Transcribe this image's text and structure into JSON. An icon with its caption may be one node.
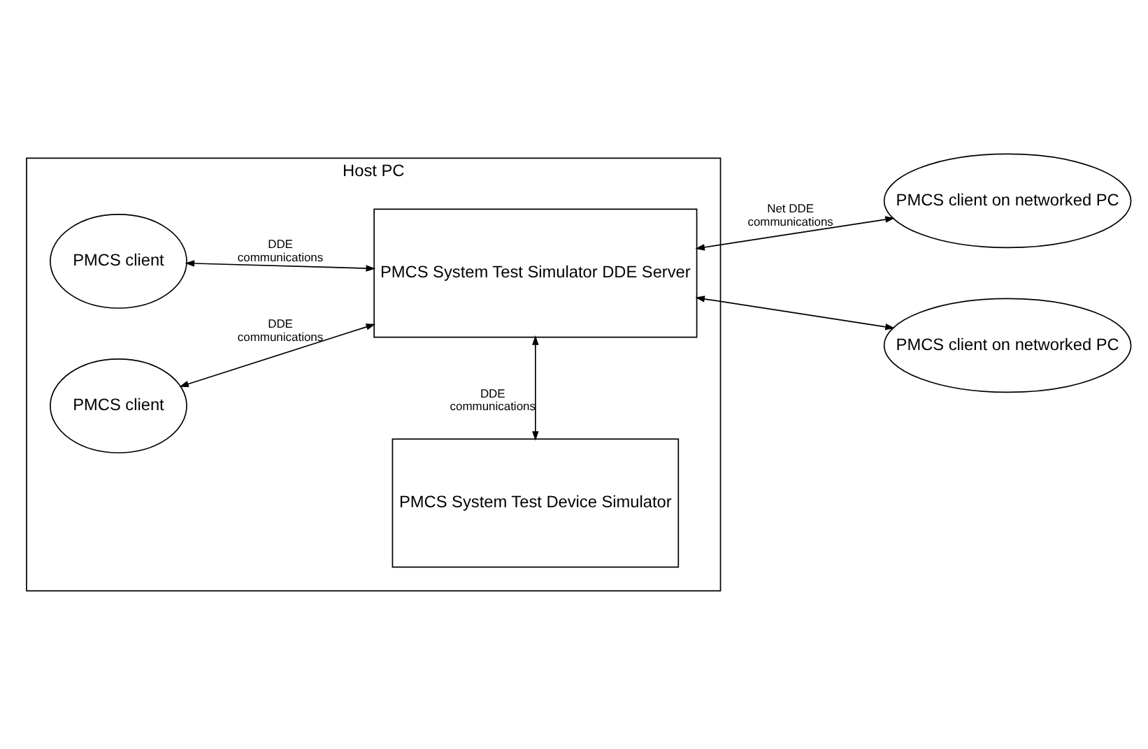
{
  "diagram": {
    "nodes": [
      {
        "text": [
          "Host PC"
        ]
      },
      {
        "text": [
          "PMCS System Test Device Simulator"
        ],
        "in": 0
      },
      {
        "text": [
          "PMCS client"
        ],
        "in": 0
      },
      {
        "text": [
          "PMCS System Test Simulator DDE Server"
        ],
        "in": 0
      },
      {
        "text": [
          "PMCS client"
        ],
        "in": 0
      },
      {
        "text": [
          "PMCS client on networked PC"
        ]
      },
      {
        "text": [
          "PMCS client on networked PC"
        ]
      }
    ],
    "edges": [
      {
        "from": 1,
        "to": 3,
        "arrow": "both",
        "label": "DDE communications"
      },
      {
        "from": 2,
        "to": 3,
        "arrow": "both",
        "label": "DDE communications"
      },
      {
        "from": 4,
        "to": 3,
        "arrow": "both",
        "label": "DDE communications"
      },
      {
        "from": 3,
        "to": 5,
        "arrow": "both",
        "label": "Net DDE communications"
      },
      {
        "from": 3,
        "to": 6,
        "arrow": "both"
      }
    ]
  }
}
